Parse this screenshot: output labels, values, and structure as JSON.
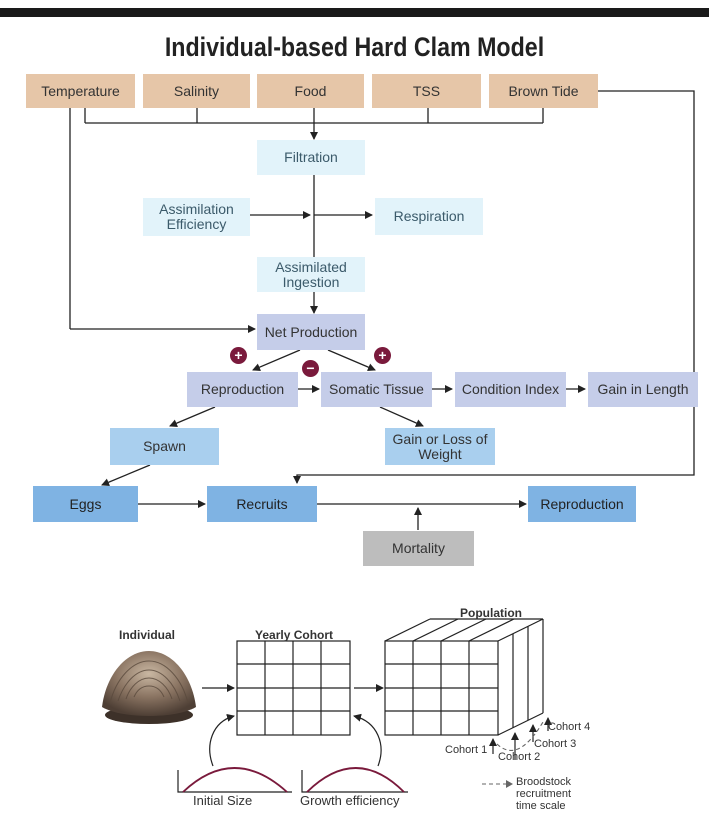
{
  "title": "Individual-based Hard Clam Model",
  "inputs": [
    "Temperature",
    "Salinity",
    "Food",
    "TSS",
    "Brown Tide"
  ],
  "flow": {
    "filtration": "Filtration",
    "assimilation_efficiency": "Assimilation Efficiency",
    "respiration": "Respiration",
    "assimilated_ingestion": "Assimilated Ingestion",
    "net_production": "Net Production",
    "reproduction": "Reproduction",
    "somatic_tissue": "Somatic Tissue",
    "condition_index": "Condition Index",
    "gain_in_length": "Gain in Length",
    "spawn": "Spawn",
    "gain_loss_weight": "Gain or Loss of Weight",
    "eggs": "Eggs",
    "recruits": "Recruits",
    "reproduction_2": "Reproduction",
    "mortality": "Mortality"
  },
  "signs": {
    "plus": "+",
    "minus": "−"
  },
  "bottom": {
    "individual": "Individual",
    "yearly_cohort": "Yearly Cohort",
    "population": "Population",
    "initial_size": "Initial Size",
    "growth_efficiency": "Growth efficiency",
    "cohorts": [
      "Cohort 1",
      "Cohort 2",
      "Cohort 3",
      "Cohort 4"
    ],
    "broodstock": "Broodstock recruitment time scale"
  },
  "colors": {
    "tan": "#e6c6a8",
    "cyan": "#e2f3fa",
    "lavender": "#c5cde9",
    "light_blue": "#a9cfee",
    "blue": "#7fb3e3",
    "gray": "#bdbdbd",
    "sign": "#7a1a3c"
  }
}
